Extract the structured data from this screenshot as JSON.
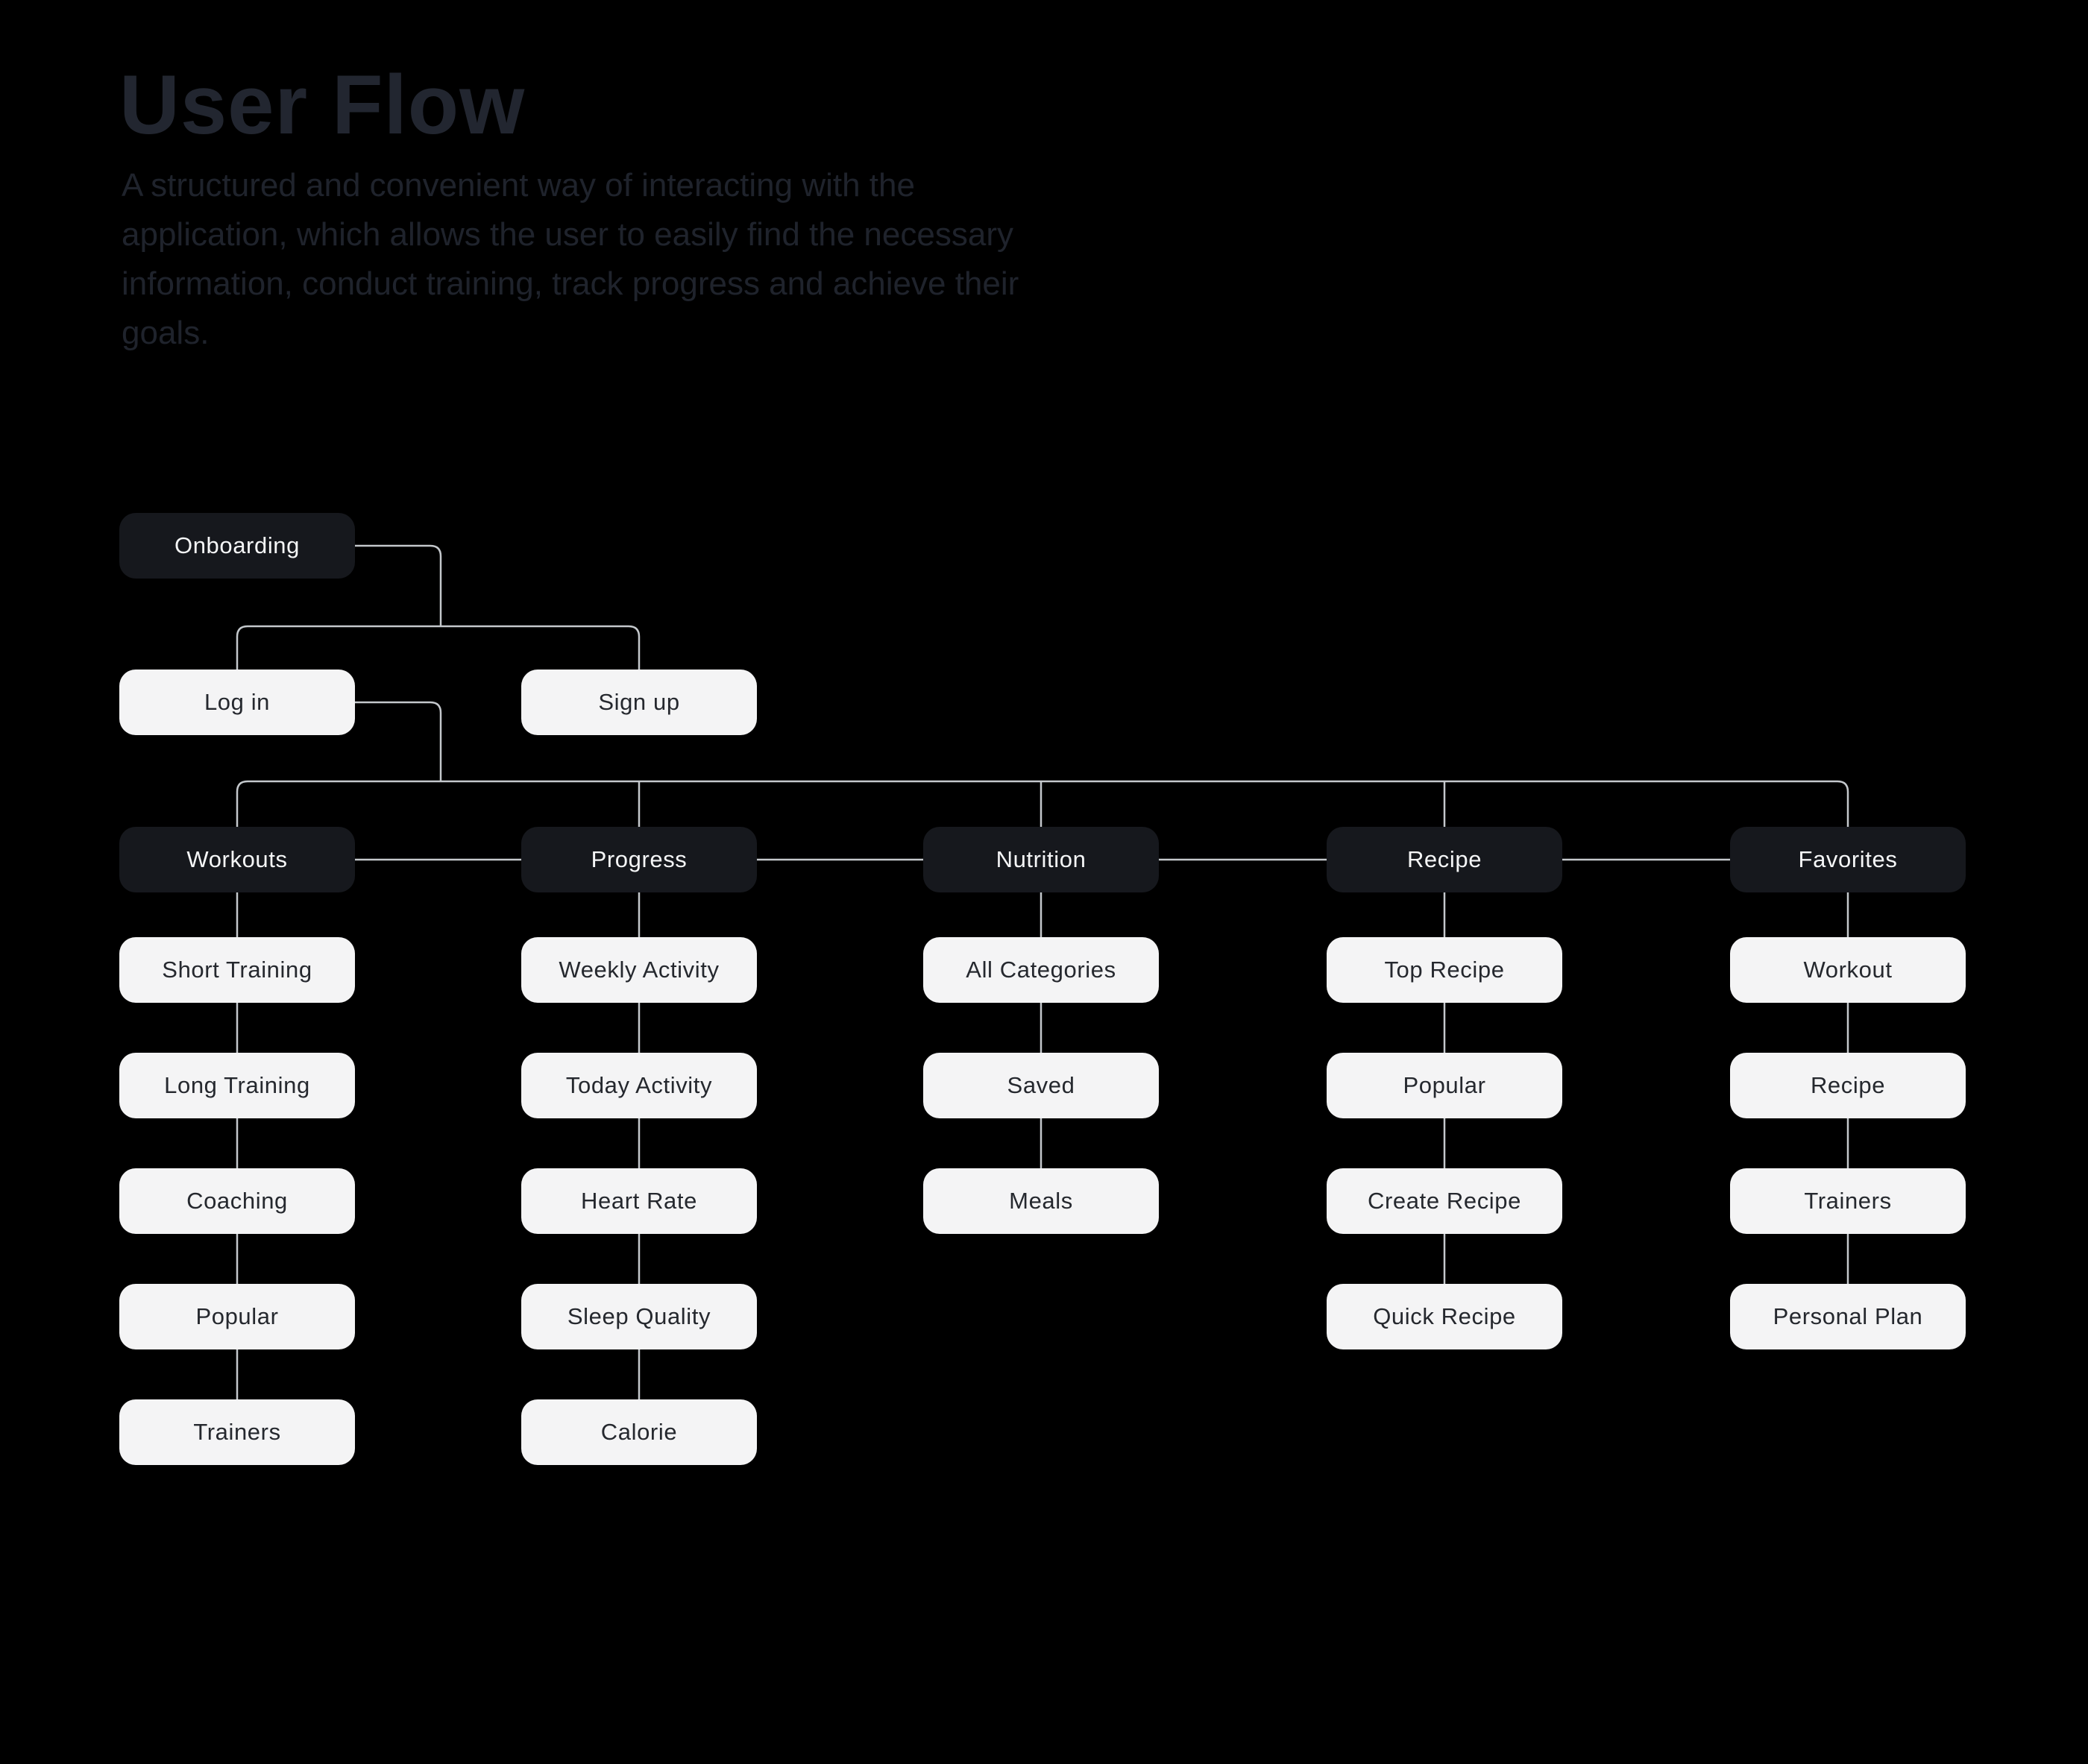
{
  "page": {
    "title": "User Flow",
    "description": "A structured and convenient way of interacting with the application, which allows the user to easily find the necessary information, conduct training, track progress and achieve their goals."
  },
  "flow": {
    "onboarding": {
      "label": "Onboarding"
    },
    "login": {
      "label": "Log in"
    },
    "signup": {
      "label": "Sign up"
    },
    "sections": [
      {
        "label": "Workouts",
        "children": [
          "Short Training",
          "Long Training",
          "Coaching",
          "Popular",
          "Trainers"
        ]
      },
      {
        "label": "Progress",
        "children": [
          "Weekly Activity",
          "Today Activity",
          "Heart Rate",
          "Sleep Quality",
          "Calorie"
        ]
      },
      {
        "label": "Nutrition",
        "children": [
          "All Categories",
          "Saved",
          "Meals"
        ]
      },
      {
        "label": "Recipe",
        "children": [
          "Top Recipe",
          "Popular",
          "Create Recipe",
          "Quick Recipe"
        ]
      },
      {
        "label": "Favorites",
        "children": [
          "Workout",
          "Recipe",
          "Trainers",
          "Personal Plan"
        ]
      }
    ]
  },
  "colors": {
    "background": "#000000",
    "node_dark_fill": "#16181d",
    "node_dark_text": "#f5f6f7",
    "node_light_fill": "#f4f4f5",
    "node_light_text": "#25282e",
    "connector_line": "#c4c8cc",
    "title_text": "#222630",
    "description_text": "#1f232c"
  }
}
